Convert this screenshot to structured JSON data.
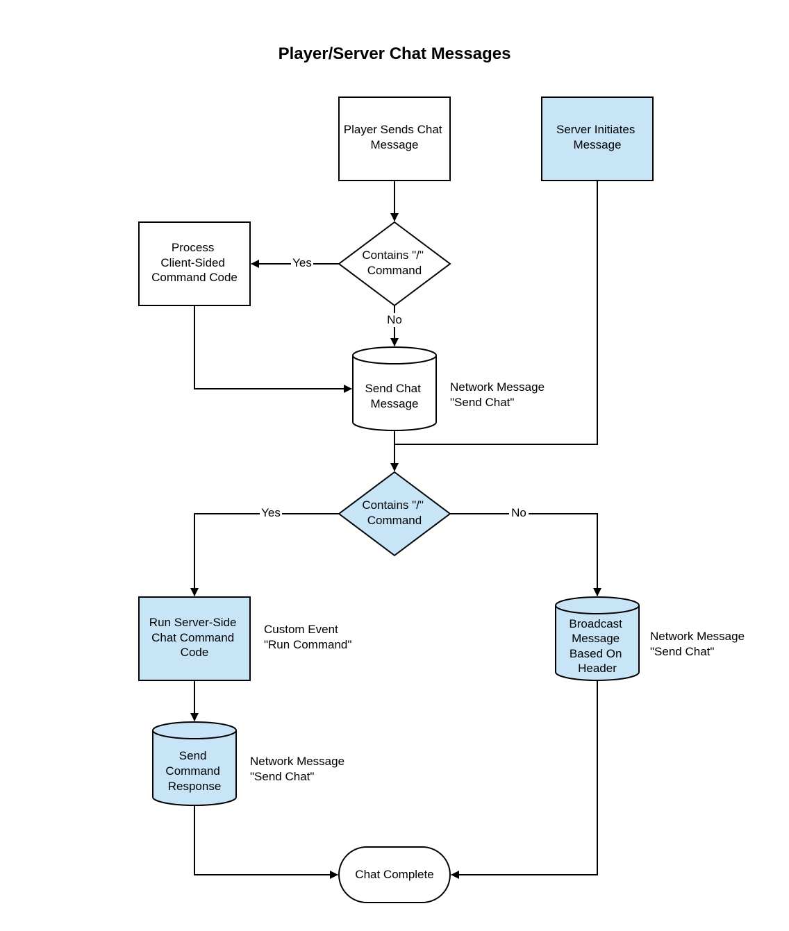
{
  "title": "Player/Server Chat Messages",
  "colors": {
    "highlight": "#c7e5f6",
    "plain": "#ffffff",
    "stroke": "#000000"
  },
  "nodes": {
    "player_sends": {
      "lines": [
        "Player Sends Chat",
        "Message"
      ]
    },
    "server_initiates": {
      "lines": [
        "Server Initiates",
        "Message"
      ]
    },
    "client_decision": {
      "lines": [
        "Contains \"/\"",
        "Command"
      ]
    },
    "process_client": {
      "lines": [
        "Process",
        "Client-Sided",
        "Command Code"
      ]
    },
    "send_chat": {
      "lines": [
        "Send Chat",
        "Message"
      ]
    },
    "server_decision": {
      "lines": [
        "Contains \"/\"",
        "Command"
      ]
    },
    "run_server": {
      "lines": [
        "Run Server-Side",
        "Chat Command",
        "Code"
      ]
    },
    "send_response": {
      "lines": [
        "Send",
        "Command",
        "Response"
      ]
    },
    "broadcast": {
      "lines": [
        "Broadcast",
        "Message",
        "Based On",
        "Header"
      ]
    },
    "complete": {
      "lines": [
        "Chat Complete"
      ]
    }
  },
  "annotations": {
    "send_chat_note": {
      "lines": [
        "Network Message",
        "\"Send Chat\""
      ]
    },
    "run_command_note": {
      "lines": [
        "Custom Event",
        "\"Run Command\""
      ]
    },
    "response_note": {
      "lines": [
        "Network Message",
        "\"Send Chat\""
      ]
    },
    "broadcast_note": {
      "lines": [
        "Network Message",
        "\"Send Chat\""
      ]
    }
  },
  "edge_labels": {
    "client_yes": "Yes",
    "client_no": "No",
    "server_yes": "Yes",
    "server_no": "No"
  }
}
